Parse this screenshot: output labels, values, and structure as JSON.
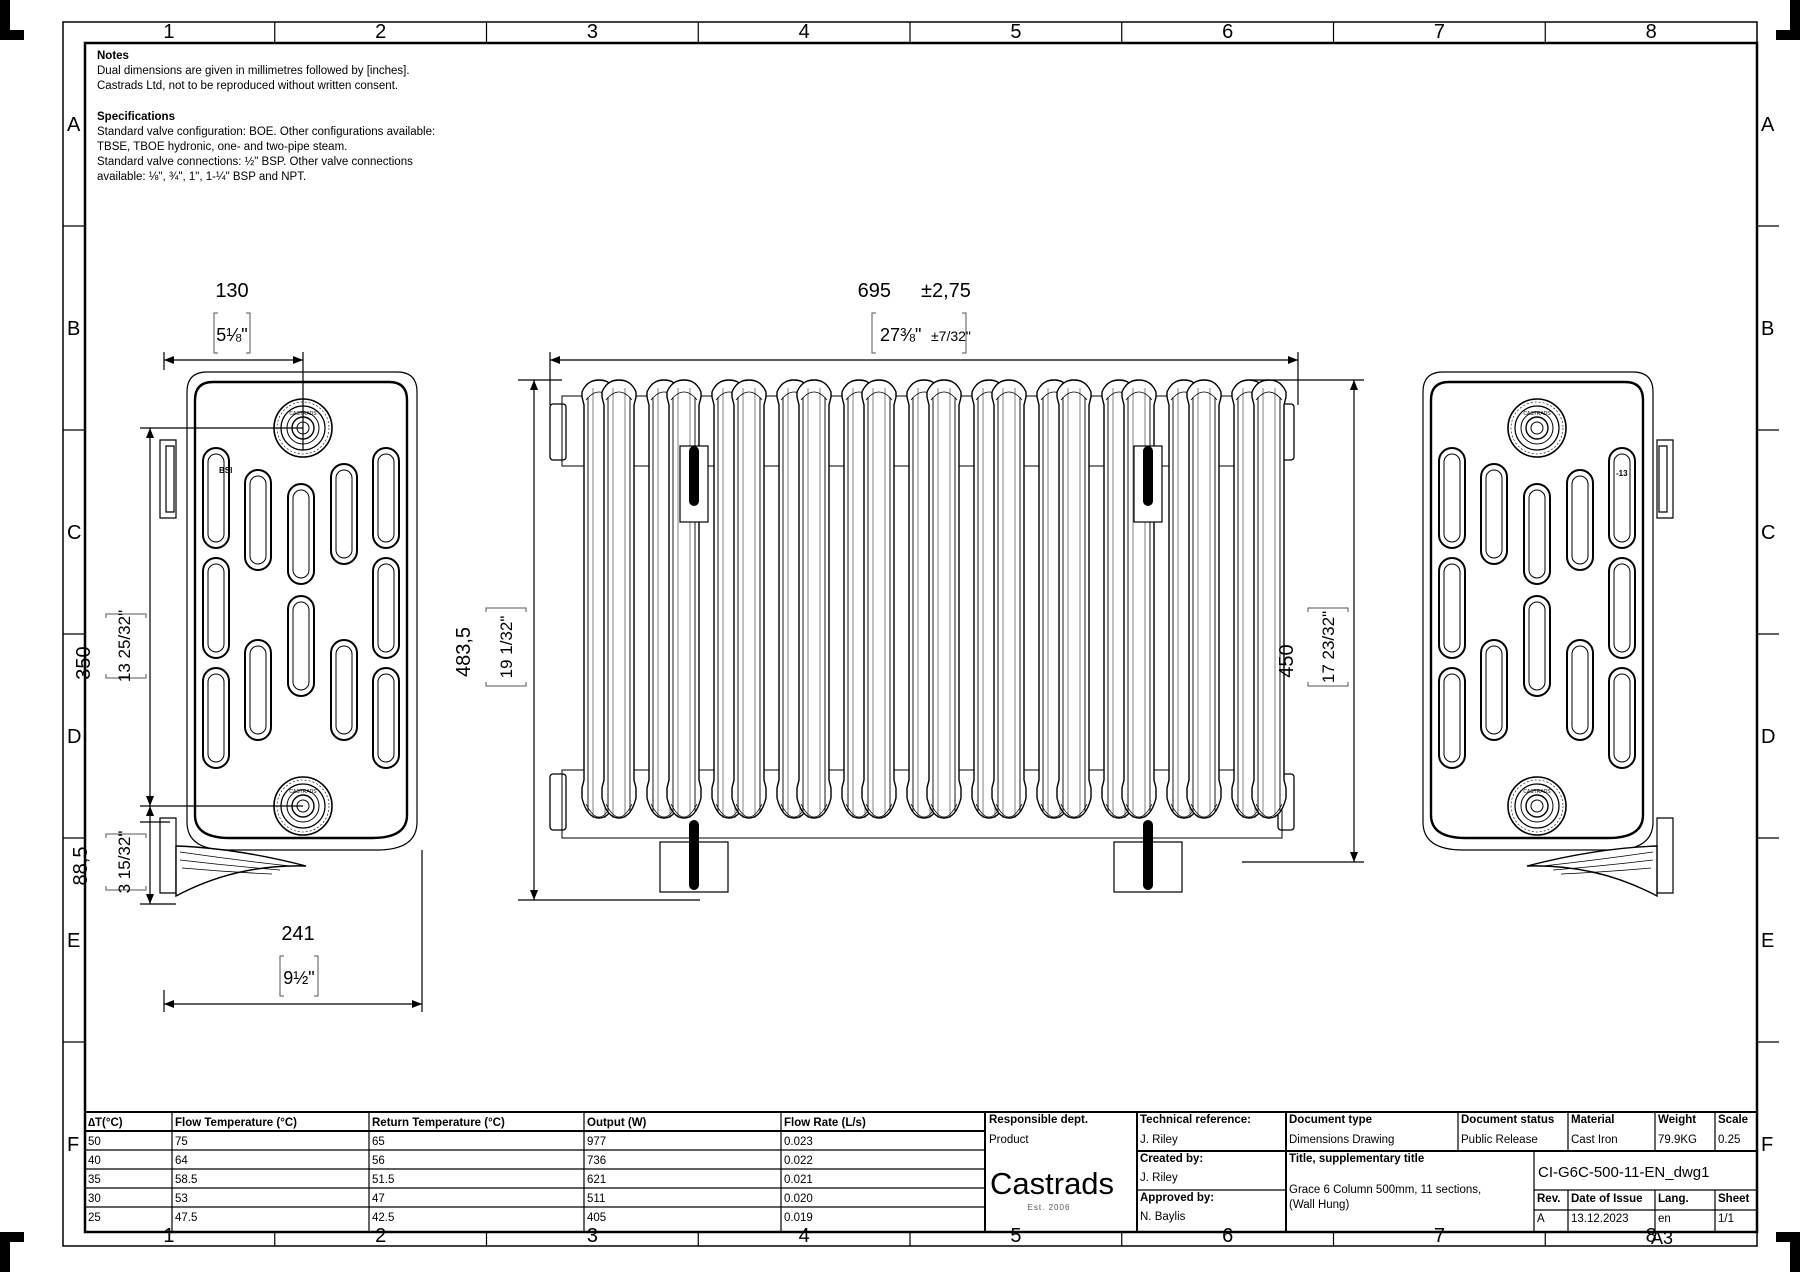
{
  "border": {
    "columns": [
      "1",
      "2",
      "3",
      "4",
      "5",
      "6",
      "7",
      "8"
    ],
    "rows": [
      "A",
      "B",
      "C",
      "D",
      "E",
      "F"
    ]
  },
  "notes": {
    "title": "Notes",
    "lines": [
      "Dual dimensions are given in millimetres followed by [inches].",
      "Castrads Ltd, not to be reproduced without written consent."
    ],
    "spec_title": "Specifications",
    "spec_lines": [
      "Standard valve configuration: BOE. Other configurations available:",
      "TBSE, TBOE hydronic, one- and two-pipe steam.",
      "Standard valve connections: ½\" BSP. Other valve connections",
      "available: ⅛\", ¾\", 1\", 1-¼\" BSP and NPT."
    ]
  },
  "dimensions": {
    "side_width_top": "130",
    "side_width_top_in": "5⅛\"",
    "side_height": "350",
    "side_height_in": "13 25/32\"",
    "side_bottom": "88,5",
    "side_bottom_in": "3 15/32\"",
    "side_depth": "241",
    "side_depth_in": "9½\"",
    "length": "695",
    "length_tol": "±2,75",
    "length_in": "27⅜\"",
    "length_tol_in": "±7/32\"",
    "overall_height": "483,5",
    "overall_height_in": "19 1/32\"",
    "centres": "450",
    "centres_in": "17 23/32\""
  },
  "performance_table": {
    "headers": [
      "∆T(°C)",
      "Flow Temperature (°C)",
      "Return Temperature (°C)",
      "Output (W)",
      "Flow Rate (L/s)"
    ],
    "rows": [
      [
        "50",
        "75",
        "65",
        "977",
        "0.023"
      ],
      [
        "40",
        "64",
        "56",
        "736",
        "0.022"
      ],
      [
        "35",
        "58.5",
        "51.5",
        "621",
        "0.021"
      ],
      [
        "30",
        "53",
        "47",
        "511",
        "0.020"
      ],
      [
        "25",
        "47.5",
        "42.5",
        "405",
        "0.019"
      ]
    ]
  },
  "title_block": {
    "responsible_dept_label": "Responsible dept.",
    "responsible_dept": "Product",
    "technical_reference_label": "Technical reference:",
    "technical_reference": "J. Riley",
    "document_type_label": "Document type",
    "document_type": "Dimensions Drawing",
    "document_status_label": "Document status",
    "document_status": "Public Release",
    "material_label": "Material",
    "material": "Cast Iron",
    "weight_label": "Weight",
    "weight": "79.9KG",
    "scale_label": "Scale",
    "scale": "0.25",
    "created_by_label": "Created by:",
    "created_by": "J. Riley",
    "approved_by_label": "Approved by:",
    "approved_by": "N. Baylis",
    "title_label": "Title, supplementary title",
    "title_line1": "Grace 6 Column 500mm, 11 sections,",
    "title_line2": "(Wall Hung)",
    "document_number": "CI-G6C-500-11-EN_dwg1",
    "rev_label": "Rev.",
    "rev": "A",
    "date_label": "Date of Issue",
    "date": "13.12.2023",
    "lang_label": "Lang.",
    "lang": "en",
    "sheet_label": "Sheet",
    "sheet": "1/1",
    "paper_size": "A3",
    "company": "Castrads",
    "company_est": "Est. 2006"
  },
  "logo_text": "CASTRADS",
  "bracket_label_left": "BSI",
  "bracket_label_right": "-13"
}
